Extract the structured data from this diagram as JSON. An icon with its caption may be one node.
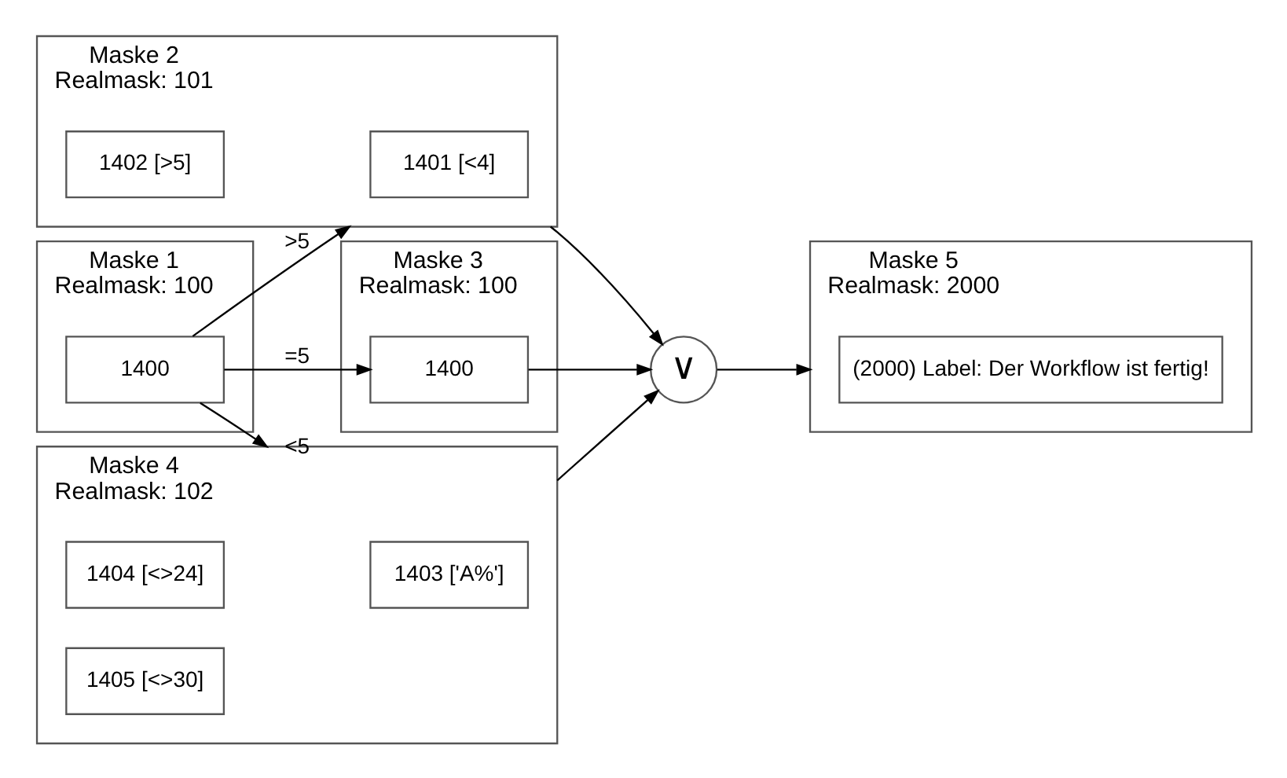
{
  "diagram": {
    "nodes": [
      {
        "text": [
          "Maske 1",
          "Realmask: 100"
        ]
      },
      {
        "text": [
          "1400"
        ],
        "in": 0
      },
      {
        "text": [
          "Maske 2",
          "Realmask: 101"
        ]
      },
      {
        "text": [
          "1401 [<4]"
        ],
        "in": 2
      },
      {
        "text": [
          "1402 [>5]"
        ],
        "in": 2
      },
      {
        "text": [
          "Maske 3",
          "Realmask: 100"
        ]
      },
      {
        "text": [
          "1400"
        ],
        "in": 5
      },
      {
        "text": [
          "Maske 4",
          "Realmask: 102"
        ]
      },
      {
        "text": [
          "1403 ['A%']"
        ],
        "in": 7
      },
      {
        "text": [
          "1404 [<>24]"
        ],
        "in": 7
      },
      {
        "text": [
          "1405 [<>30]"
        ],
        "in": 7
      },
      {
        "text": [
          "∨"
        ]
      },
      {
        "text": [
          "Maske 5",
          "Realmask: 2000"
        ]
      },
      {
        "text": [
          "(2000) Label: Der Workflow ist fertig!"
        ],
        "in": 12
      }
    ],
    "edges": [
      {
        "from": 1,
        "to": 2,
        "arrow": "to",
        "label": ">5"
      },
      {
        "from": 1,
        "to": 6,
        "arrow": "to",
        "label": "=5"
      },
      {
        "from": 1,
        "to": 7,
        "arrow": "to",
        "label": "<5"
      },
      {
        "from": 2,
        "to": 11,
        "arrow": "to"
      },
      {
        "from": 6,
        "to": 11,
        "arrow": "to"
      },
      {
        "from": 7,
        "to": 11,
        "arrow": "to"
      },
      {
        "from": 11,
        "to": 12,
        "arrow": "to"
      }
    ]
  }
}
